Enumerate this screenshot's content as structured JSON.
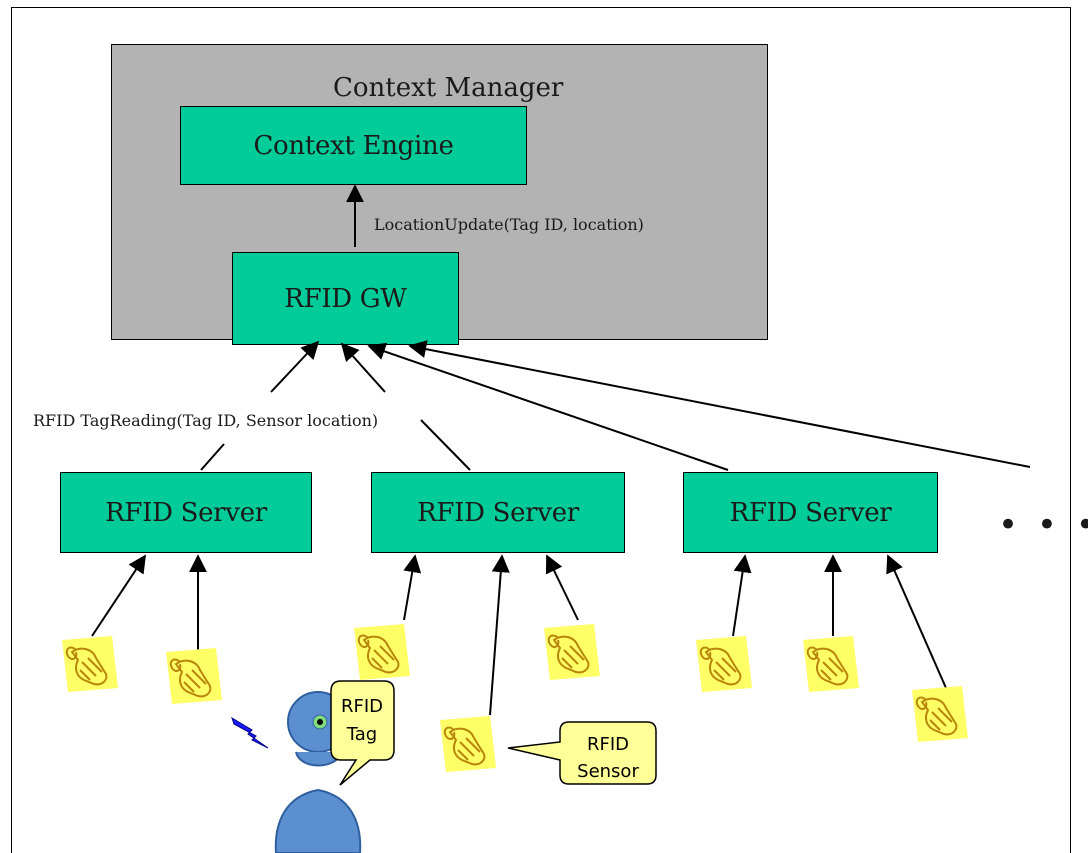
{
  "context_manager": {
    "title": "Context Manager"
  },
  "context_engine": {
    "label": "Context Engine"
  },
  "rfid_gw": {
    "label": "RFID GW"
  },
  "labels": {
    "location_update": "LocationUpdate(Tag ID, location)",
    "tag_reading": "RFID TagReading(Tag ID, Sensor location)",
    "ellipsis": "• • •"
  },
  "servers": [
    {
      "label": "RFID Server"
    },
    {
      "label": "RFID Server"
    },
    {
      "label": "RFID Server"
    }
  ],
  "callouts": {
    "tag": [
      "RFID",
      "Tag"
    ],
    "sensor": [
      "RFID",
      "Sensor"
    ]
  },
  "colors": {
    "node_fill": "#00cc99",
    "manager_fill": "#b3b3b3",
    "sensor_fill": "#ffff66",
    "callout_fill": "#ffff99",
    "person_fill": "#5b8fd0",
    "signal_fill": "#1a1aff"
  },
  "icons": {
    "sensor": "rfid-sensor-icon",
    "person": "person-icon",
    "signal": "lightning-icon"
  }
}
